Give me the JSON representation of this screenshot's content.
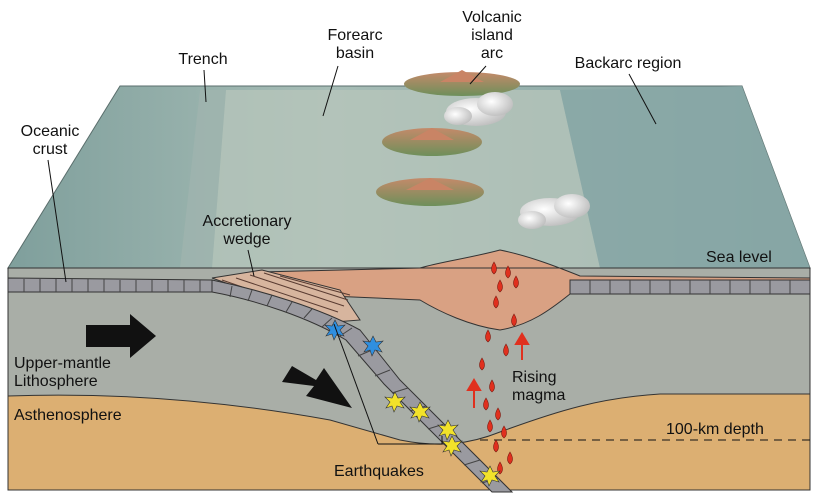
{
  "labels": {
    "trench": "Trench",
    "forearc_basin": [
      "Forearc",
      "basin"
    ],
    "volcanic_island_arc": [
      "Volcanic",
      "island",
      "arc"
    ],
    "backarc_region": "Backarc region",
    "oceanic_crust": [
      "Oceanic",
      "crust"
    ],
    "accretionary_wedge": [
      "Accretionary",
      "wedge"
    ],
    "sea_level": "Sea level",
    "upper_mantle_lithosphere": [
      "Upper-mantle",
      "Lithosphere"
    ],
    "rising_magma": [
      "Rising",
      "magma"
    ],
    "asthenosphere": "Asthenosphere",
    "depth_100km": "100-km depth",
    "earthquakes": "Earthquakes"
  },
  "colors": {
    "sea_surface": "#8fb0ac",
    "lithosphere": "#a9aea7",
    "asthenosphere": "#dcaf72",
    "crust": "#9a9aa0",
    "magma_chamber": "#d9a183",
    "accretionary_wedge": "#d7b59e",
    "magma_drop": "#e0301e",
    "arrow": "#111111",
    "quake_shallow": "#2f8fe0",
    "quake_deep": "#f2e22a"
  }
}
